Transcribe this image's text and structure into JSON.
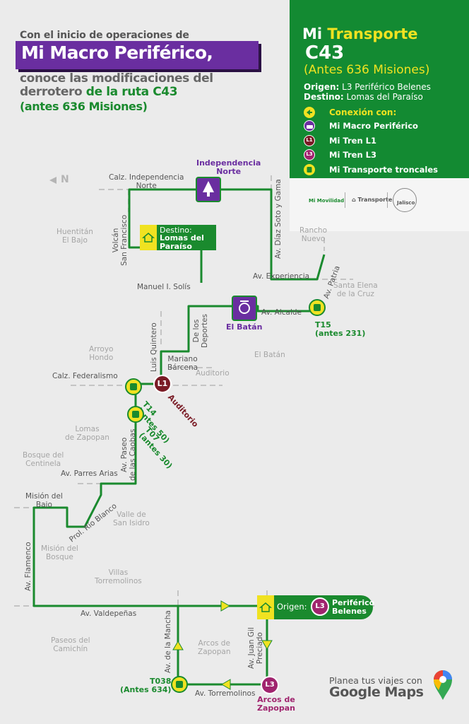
{
  "header": {
    "line1": "Con el inicio de operaciones de",
    "line2": "Mi Macro Periférico,",
    "line3": "conoce las modificaciones del",
    "line4a": "derrotero ",
    "line4b": "de la ruta C43",
    "line5": "(antes 636 Misiones)"
  },
  "panel": {
    "title_a": "Mi ",
    "title_b": "Transporte",
    "route": "C43",
    "former": "(Antes 636 Misiones)",
    "origin_label": "Origen:",
    "origin_value": " L3 Periférico Belenes",
    "dest_label": "Destino:",
    "dest_value": " Lomas del Paraíso",
    "connection_title": "Conexión con:",
    "legend": [
      {
        "label": "Mi Macro Periférico",
        "badge": ""
      },
      {
        "label": "Mi Tren L1",
        "badge": "L1"
      },
      {
        "label": "Mi Tren L3",
        "badge": "L3"
      },
      {
        "label": "Mi Transporte troncales",
        "badge": ""
      }
    ],
    "logos": {
      "movilidad": "Mi Movilidad",
      "transporte": "Transporte",
      "jalisco": "Jalisco"
    }
  },
  "colors": {
    "green": "#138a32",
    "purple": "#6a2ea0",
    "yellow": "#f0e221",
    "maroon": "#7a1c26",
    "magenta": "#a0246e"
  },
  "north": "N",
  "streets": {
    "calz_independencia": "Calz. Independencia\nNorte",
    "volcan": "Volcán\nSan Francisco",
    "manuel_solis": "Manuel I. Solís",
    "diaz_soto": "Av. Díaz Soto y Gama",
    "experiencia": "Av. Experiencia",
    "patria": "Av. Patria",
    "alcalde": "Av. Alcalde",
    "deportes": "De los\nDeportes",
    "luis_quintero": "Luis Quintero",
    "mariano_barcena": "Mariano\nBárcena",
    "calz_federalismo": "Calz. Federalismo",
    "paseo_caobas": "Av. Paseo\nde las Caobas",
    "parres_arias": "Av. Parres Arias",
    "prol_rio_blanco": "Prol. Río Blanco",
    "flamenco": "Av. Flamenco",
    "valdepenas": "Av. Valdepeñas",
    "de_la_mancha": "Av. de la Mancha",
    "juan_gil": "Av. Juan Gil\nPreciado",
    "torremolinos": "Av. Torremolinos"
  },
  "areas": {
    "huentitan": "Huentitán\nEl Bajo",
    "rancho_nuevo": "Rancho\nNuevo",
    "santa_elena": "Santa Elena\nde la Cruz",
    "arroyo_hondo": "Arroyo\nHondo",
    "el_batan_area": "El Batán",
    "auditorio_area": "Auditorio",
    "lomas_zapopan": "Lomas\nde Zapopan",
    "bosque_centinela": "Bosque del\nCentinela",
    "mision_bajo": "Misión del\nBajo",
    "valle_san_isidro": "Valle de\nSan Isidro",
    "mision_bosque": "Misión del\nBosque",
    "villas_torremolinos": "Villas\nTorremolinos",
    "arcos_zapopan_area": "Arcos de\nZapopan",
    "paseos_camichin": "Paseos del\nCamichín"
  },
  "stations": {
    "independencia_norte": "Independencia\nNorte",
    "destino_label": "Destino:",
    "destino_value": "Lomas del\nParaíso",
    "el_batan": "El Batán",
    "t15": "T15\n(antes 231)",
    "auditorio": "Auditorio",
    "l1_badge": "L1",
    "t14": "T14\n(antes 50)",
    "t07": "T07\n(antes 30)",
    "origen_label": "Origen:",
    "l3_badge": "L3",
    "periferico_belenes": "Periférico\nBelenes",
    "arcos_zapopan": "Arcos de\nZapopan",
    "t038": "T038\n(Antes 634)"
  },
  "google": {
    "line1": "Planea tus viajes con",
    "line2": "Google Maps"
  }
}
